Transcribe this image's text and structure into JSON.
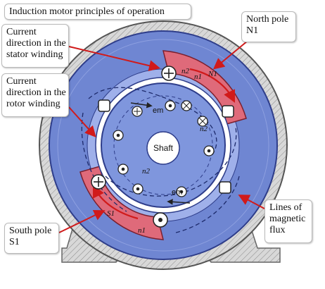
{
  "title": "Induction motor principles of operation",
  "labels": {
    "stator_current": [
      "Current",
      "direction in the",
      "stator winding"
    ],
    "rotor_current": [
      "Current",
      "direction in the",
      "rotor winding"
    ],
    "north_pole": [
      "North pole",
      "N1"
    ],
    "south_pole": [
      "South pole",
      "S1"
    ],
    "flux_lines": [
      "Lines of",
      "magnetic",
      "flux"
    ]
  },
  "diagram_text": {
    "shaft": "Shaft",
    "em_top": "em",
    "em_bottom": "em",
    "n2_top_right": "n2",
    "n2_mid_right": "n2",
    "n2_bottom": "n2",
    "n1_top": "n1",
    "n1_bottom": "n1",
    "N1": "N1",
    "S1": "S1"
  },
  "colors": {
    "stator_blue": "#6f86d2",
    "stator_light": "#a9b8ec",
    "pole_red": "#df6a7a",
    "rotor_blue": "#7f96dd",
    "arrow_red": "#d11a1a",
    "housing": "#cfcfcf"
  }
}
